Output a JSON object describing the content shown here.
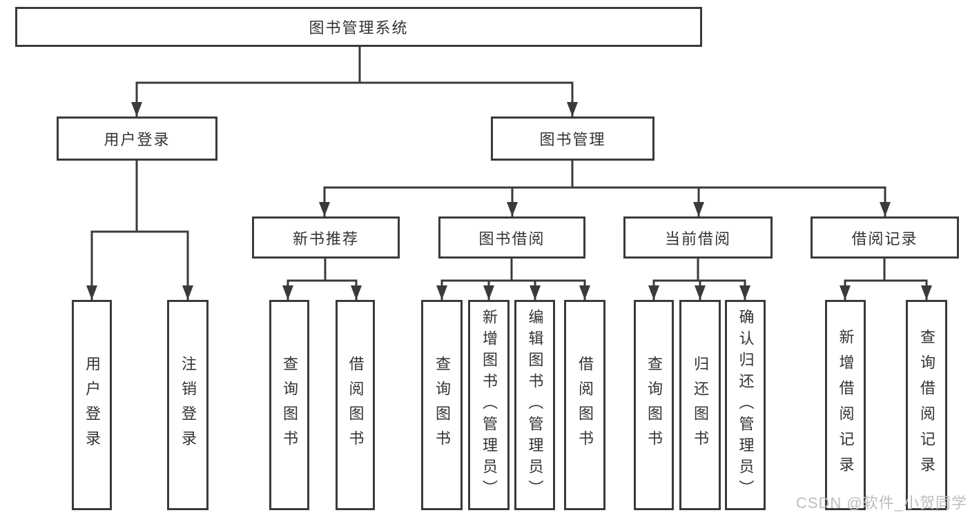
{
  "diagram_title": "图书管理系统",
  "colors": {
    "line": "#3a3a3a",
    "box_border": "#3a3a3a",
    "text": "#333333",
    "background": "#ffffff",
    "watermark": "#bdbdbd"
  },
  "nodes": {
    "root": {
      "label": "图书管理系统"
    },
    "user_login_branch": {
      "label": "用户登录"
    },
    "book_mgmt_branch": {
      "label": "图书管理"
    },
    "new_book_rec": {
      "label": "新书推荐"
    },
    "book_borrow": {
      "label": "图书借阅"
    },
    "current_borrow": {
      "label": "当前借阅"
    },
    "borrow_records": {
      "label": "借阅记录"
    },
    "ul_login": {
      "label": "用户登录"
    },
    "ul_logout": {
      "label": "注销登录"
    },
    "nb_query": {
      "label": "查询图书"
    },
    "nb_borrow": {
      "label": "借阅图书"
    },
    "bb_query": {
      "label": "查询图书"
    },
    "bb_add": {
      "label": "新增图书（管理员）"
    },
    "bb_edit": {
      "label": "编辑图书（管理员）"
    },
    "bb_borrow": {
      "label": "借阅图书"
    },
    "cb_query": {
      "label": "查询图书"
    },
    "cb_return": {
      "label": "归还图书"
    },
    "cb_confirm": {
      "label": "确认归还（管理员）"
    },
    "br_add": {
      "label": "新增借阅记录"
    },
    "br_query": {
      "label": "查询借阅记录"
    }
  },
  "hierarchy": [
    {
      "parent": "图书管理系统",
      "children": [
        "用户登录",
        "图书管理"
      ]
    },
    {
      "parent": "用户登录",
      "children": [
        "用户登录",
        "注销登录"
      ]
    },
    {
      "parent": "图书管理",
      "children": [
        "新书推荐",
        "图书借阅",
        "当前借阅",
        "借阅记录"
      ]
    },
    {
      "parent": "新书推荐",
      "children": [
        "查询图书",
        "借阅图书"
      ]
    },
    {
      "parent": "图书借阅",
      "children": [
        "查询图书",
        "新增图书（管理员）",
        "编辑图书（管理员）",
        "借阅图书"
      ]
    },
    {
      "parent": "当前借阅",
      "children": [
        "查询图书",
        "归还图书",
        "确认归还（管理员）"
      ]
    },
    {
      "parent": "借阅记录",
      "children": [
        "新增借阅记录",
        "查询借阅记录"
      ]
    }
  ],
  "watermark": {
    "text": "CSDN @软件_小贺同学"
  }
}
